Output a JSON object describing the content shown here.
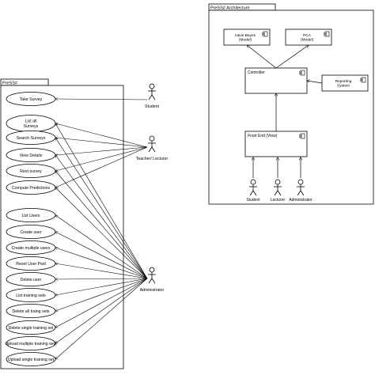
{
  "left_package": {
    "tab_label": "PreSS#",
    "use_cases": [
      "Take Survey",
      [
        "List all",
        "Surveys"
      ],
      "Search Surveys",
      "View Details",
      "Rest survey",
      "Compute Predictions",
      "List Users",
      "Create user",
      "Create multiple users",
      "Reset User Pwd",
      "Delete user",
      "List training sets",
      "Delete all traing sets",
      "Delete single training set",
      "Upload multiple training sets",
      "Upload single training set"
    ],
    "actors": [
      "Student",
      "Teacher/ Lecturer",
      "Administrator"
    ]
  },
  "right_package": {
    "tab_label": "PreSS# Architecture",
    "components": [
      [
        "naive Bayes",
        "(Model)"
      ],
      [
        "PCA",
        "(Model)"
      ],
      [
        "Controller"
      ],
      [
        "Reporting",
        "System"
      ],
      [
        "Front End (View)"
      ]
    ],
    "actors": [
      "Student",
      "Lecturer",
      "Administrator"
    ]
  }
}
